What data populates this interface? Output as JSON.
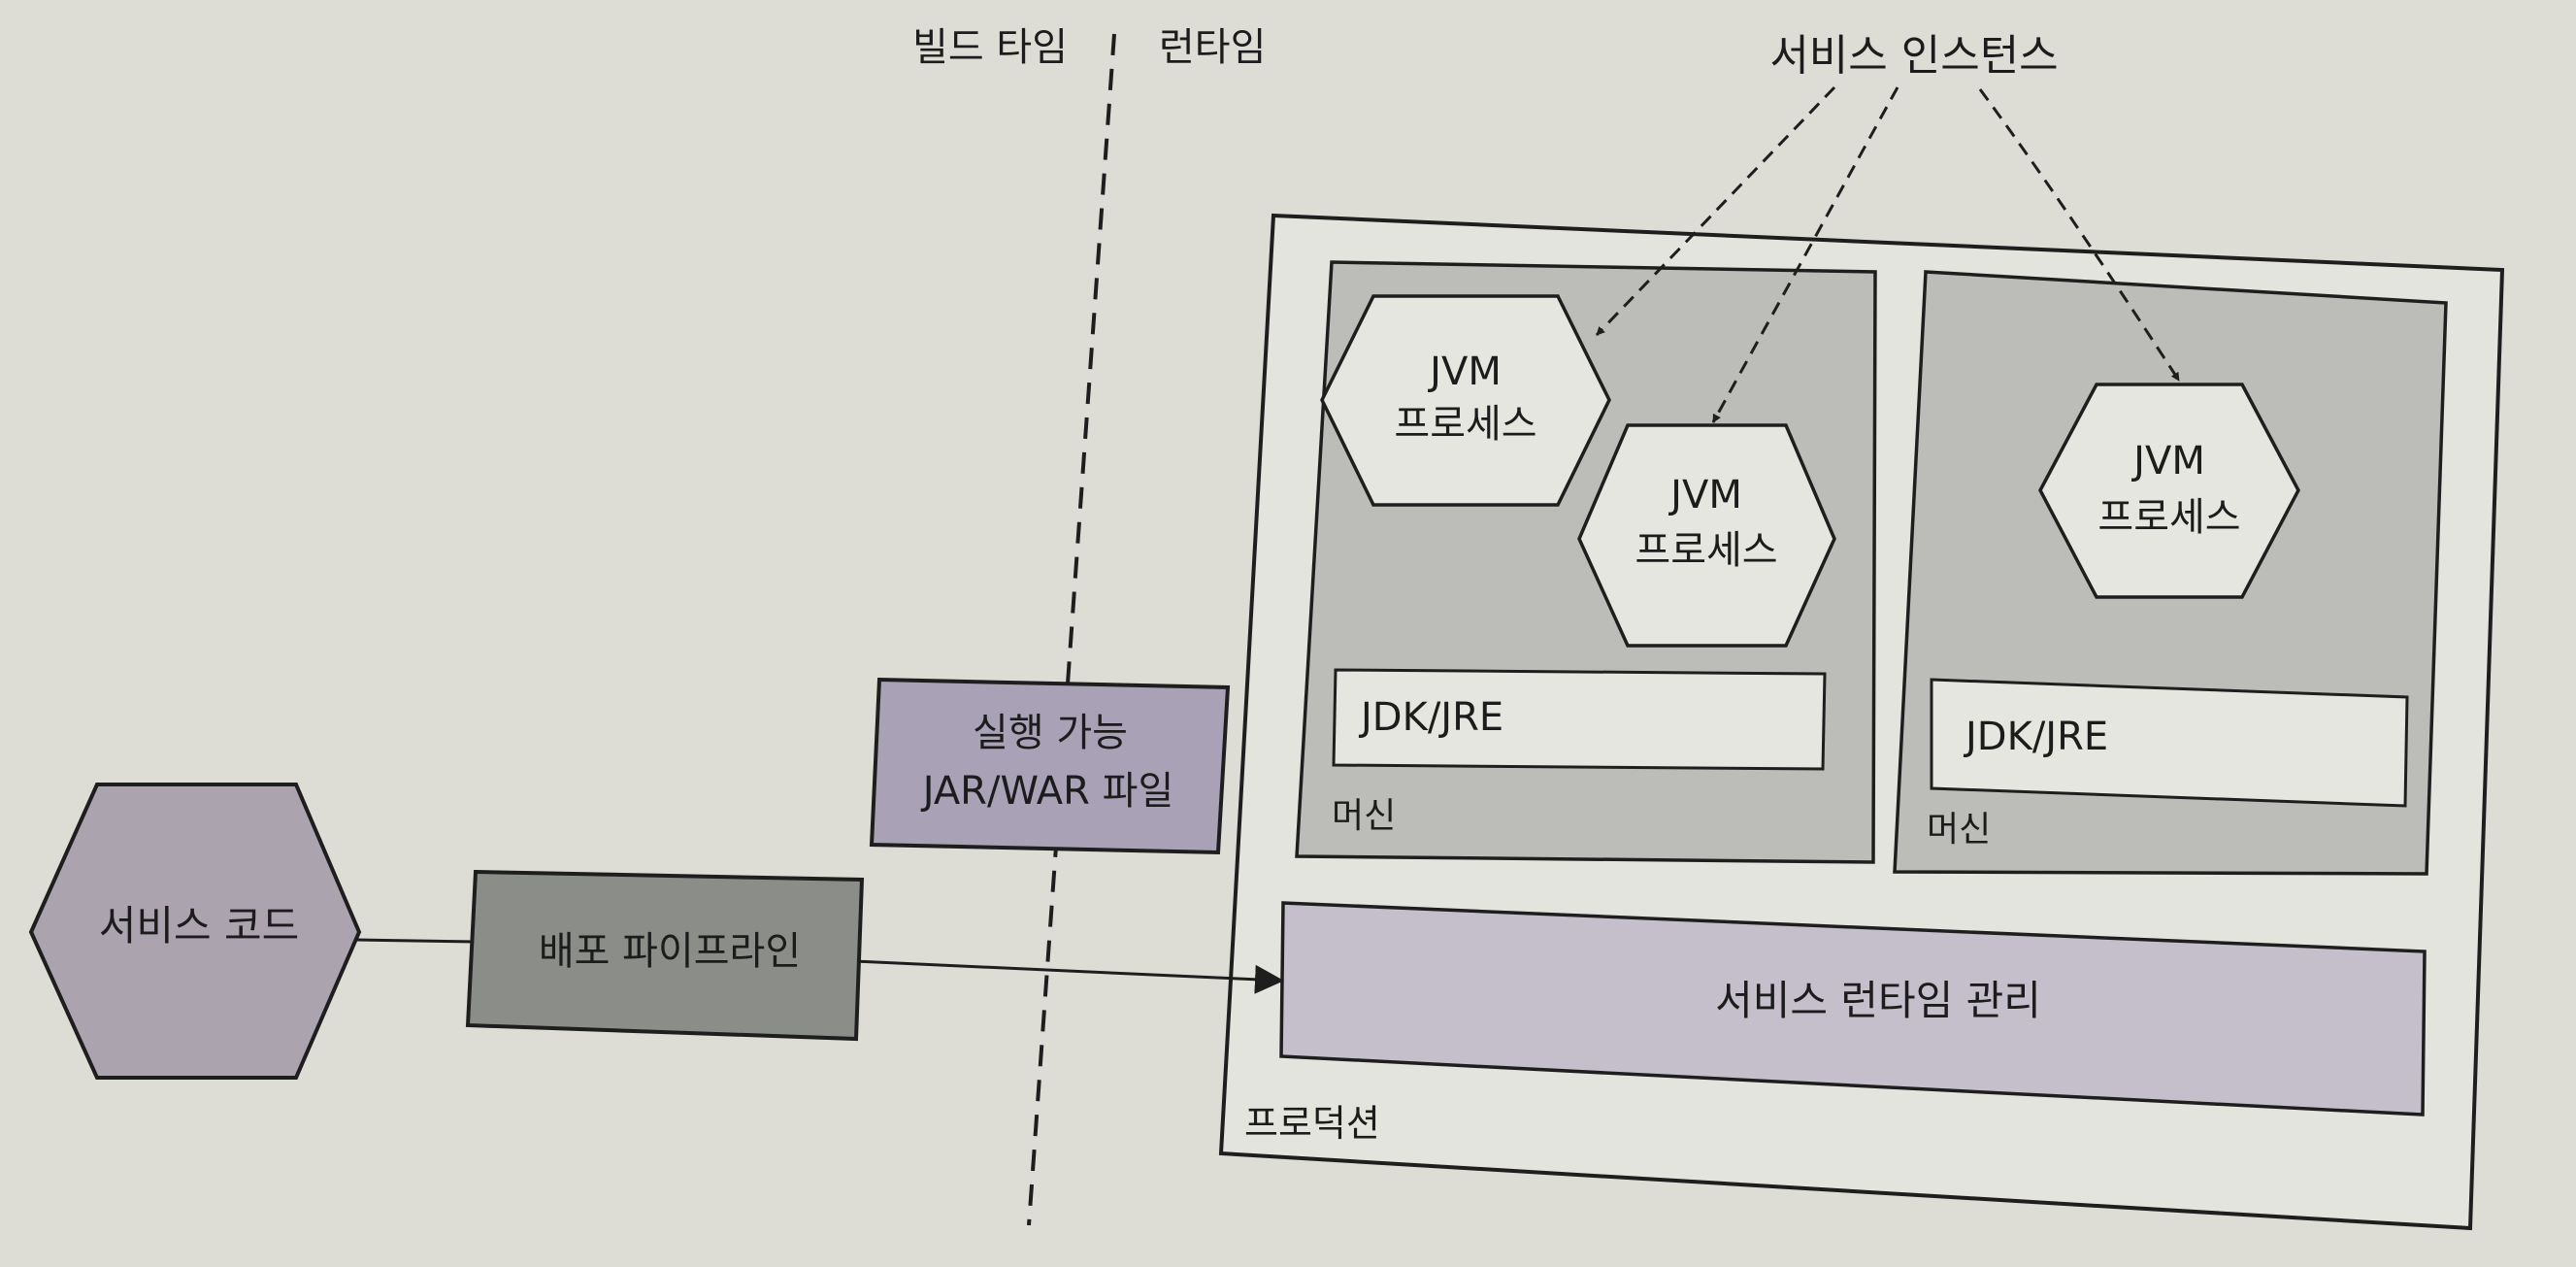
{
  "labels": {
    "build_time": "빌드 타임",
    "runtime": "런타임",
    "service_instances": "서비스 인스턴스",
    "service_code": "서비스 코드",
    "deploy_pipeline": "배포 파이프라인",
    "artifact_line1": "실행 가능",
    "artifact_line2": "JAR/WAR 파일",
    "jvm_line1": "JVM",
    "jvm_line2": "프로세스",
    "jdk_jre": "JDK/JRE",
    "machine": "머신",
    "runtime_management": "서비스 런타임 관리",
    "production": "프로덕션"
  },
  "colors": {
    "background": "#ddddd6",
    "service_code_fill": "#aba3ad",
    "pipeline_fill": "#8b8d88",
    "artifact_fill": "#a9a1b6",
    "machine_fill": "#bcbdb8",
    "runtime_mgmt_fill": "#c4bfcb",
    "box_fill": "#e6e6e0",
    "stroke": "#1e1e1e"
  }
}
